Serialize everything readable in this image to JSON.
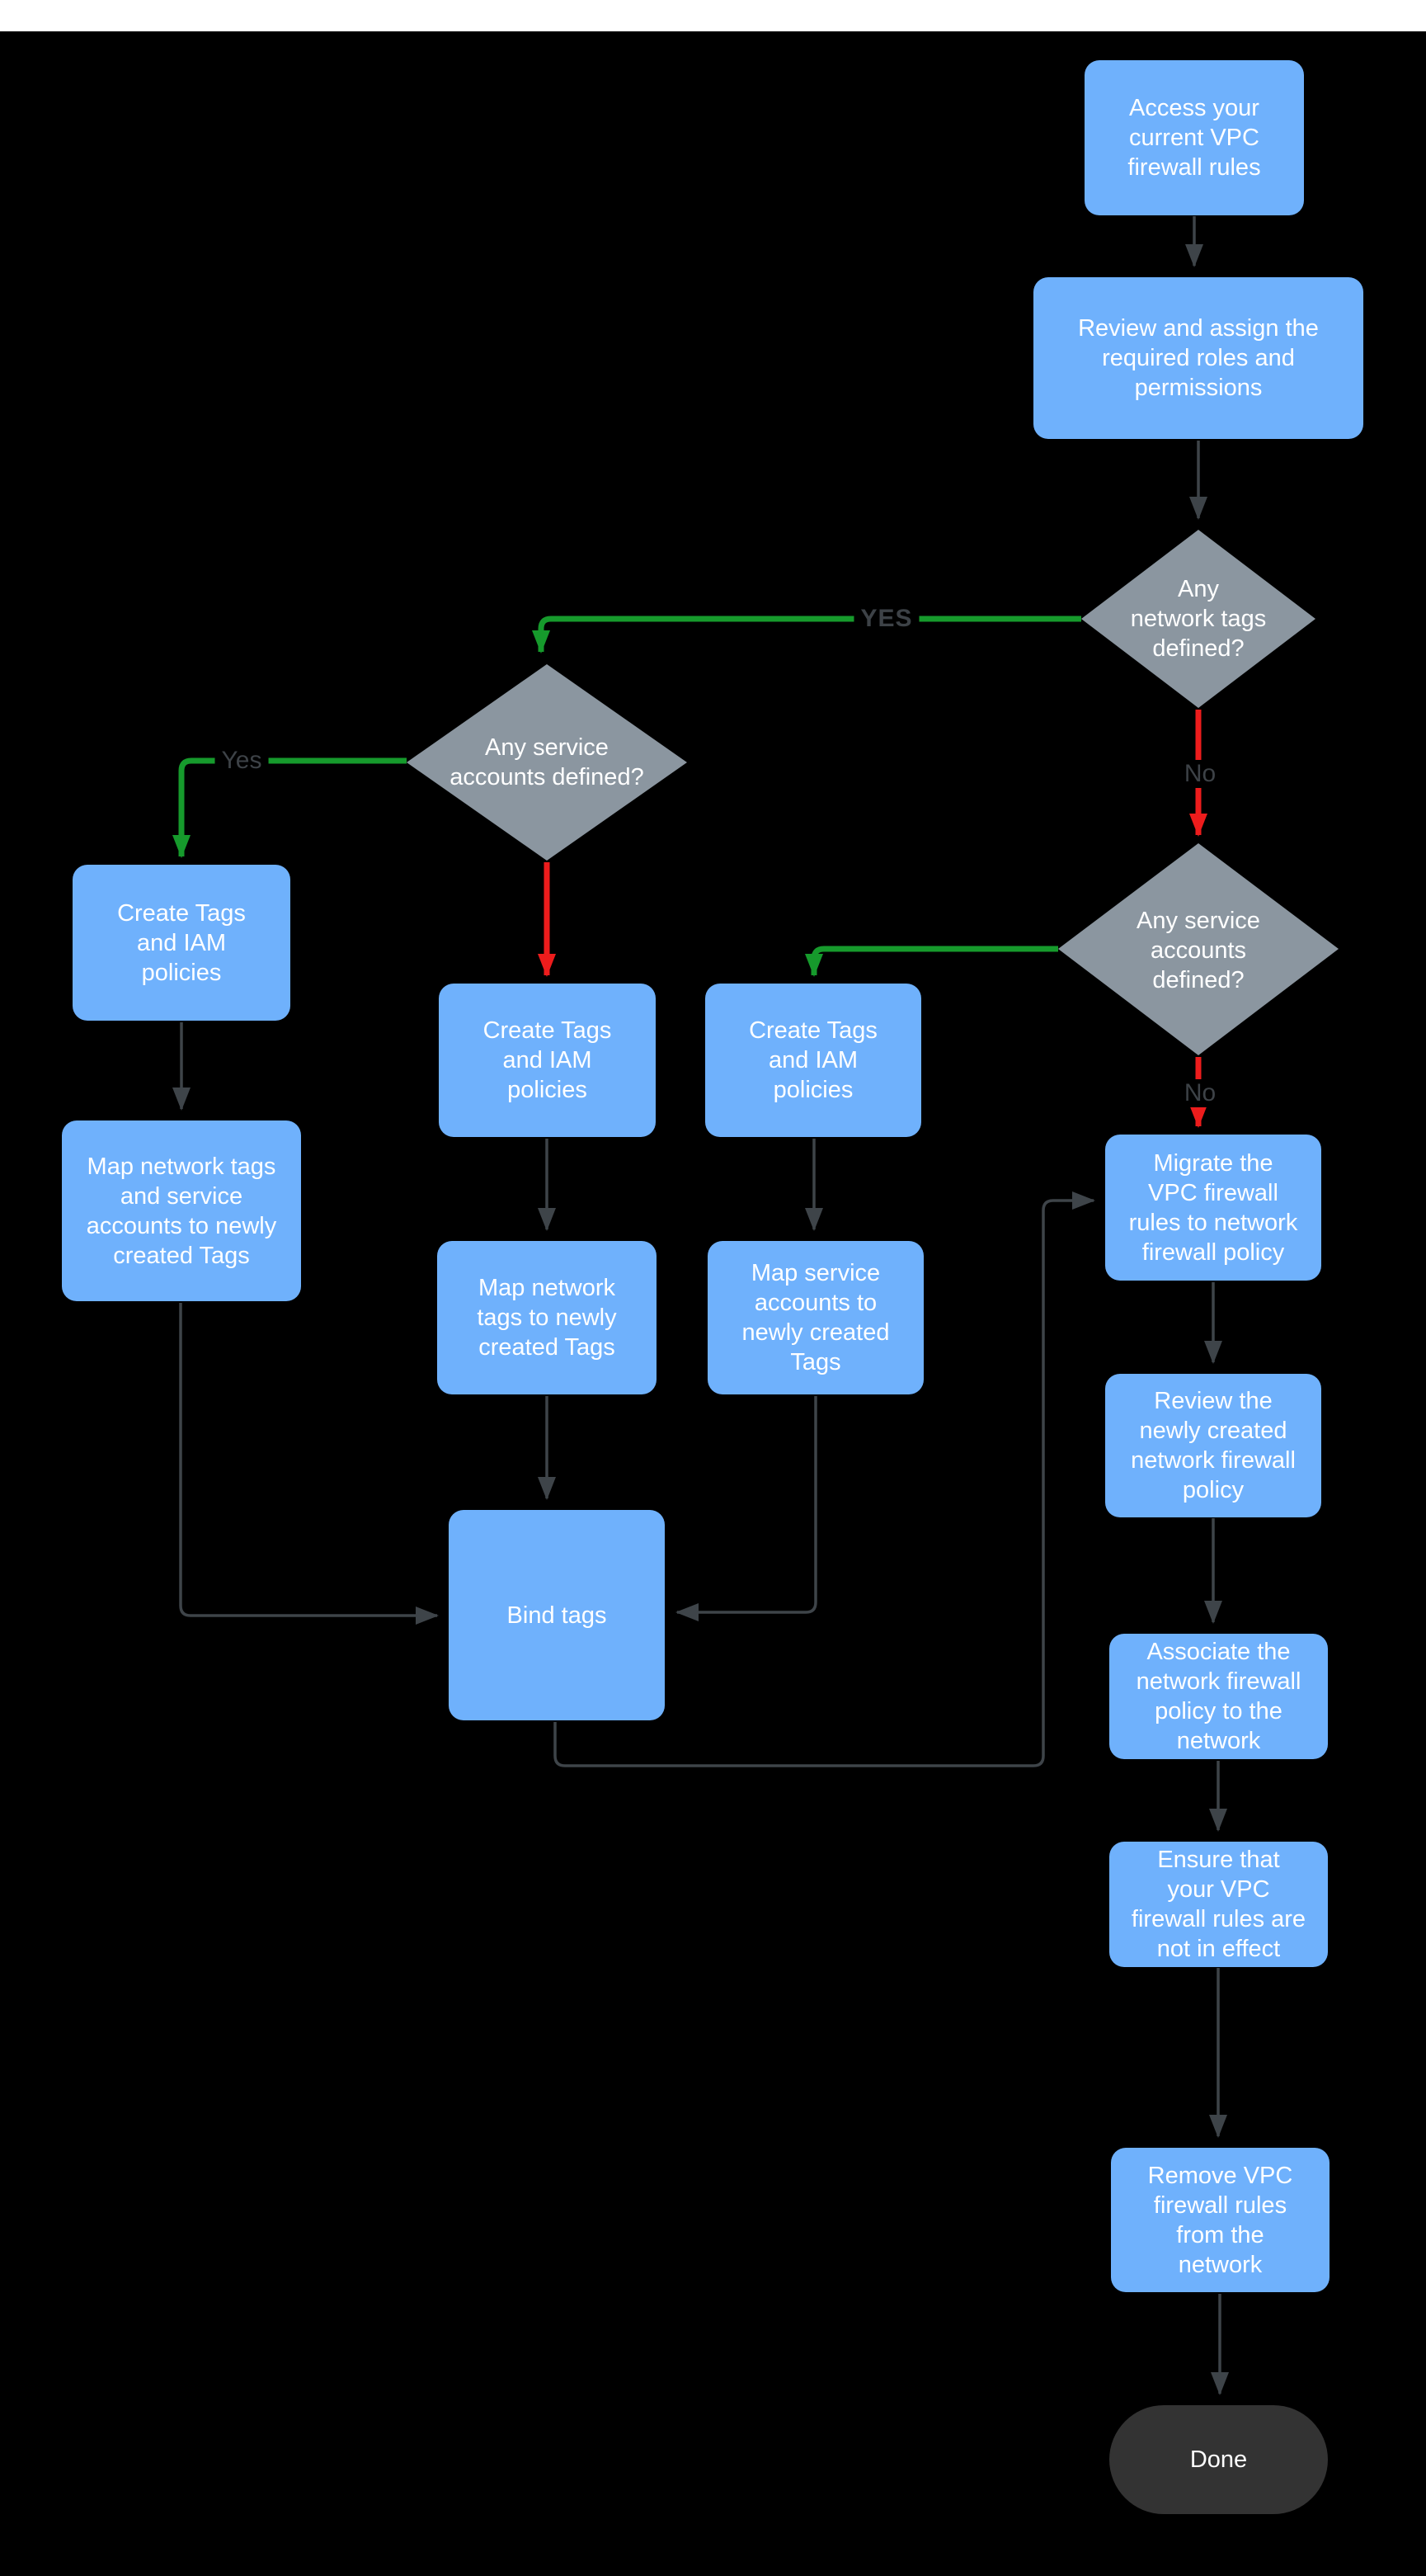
{
  "diagram": {
    "colors": {
      "process_fill": "#6fb1fc",
      "decision_fill": "#8b96a0",
      "terminal_fill": "#333333",
      "edge_default": "#3e4449",
      "edge_yes": "#169a2c",
      "edge_no": "#ed1c1c",
      "node_text": "#ffffff",
      "edge_label_text": "#3d4247",
      "background": "#000000",
      "top_bar": "#ffffff"
    },
    "nodes": {
      "start": {
        "type": "process",
        "label": "Access your\ncurrent VPC\nfirewall rules"
      },
      "review_roles": {
        "type": "process",
        "label": "Review and assign the\nrequired roles and\npermissions"
      },
      "network_tags_decision": {
        "type": "decision",
        "label": "Any\nnetwork tags\ndefined?"
      },
      "service_accounts_decision_left": {
        "type": "decision",
        "label": "Any service\naccounts defined?"
      },
      "create_tags_left": {
        "type": "process",
        "label": "Create Tags\nand IAM\npolicies"
      },
      "map_tags_and_accounts": {
        "type": "process",
        "label": "Map network tags\nand service\naccounts to newly\ncreated Tags"
      },
      "create_tags_middle": {
        "type": "process",
        "label": "Create Tags\nand IAM\npolicies"
      },
      "map_network_tags": {
        "type": "process",
        "label": "Map network\ntags to newly\ncreated Tags"
      },
      "create_tags_right": {
        "type": "process",
        "label": "Create Tags\nand IAM\npolicies"
      },
      "map_service_accounts": {
        "type": "process",
        "label": "Map service\naccounts  to\nnewly created\nTags"
      },
      "service_accounts_decision_right": {
        "type": "decision",
        "label": "Any service\naccounts\ndefined?"
      },
      "bind_tags": {
        "type": "process",
        "label": "Bind tags"
      },
      "migrate_rules": {
        "type": "process",
        "label": "Migrate the\nVPC firewall\nrules to network\nfirewall policy"
      },
      "review_policy": {
        "type": "process",
        "label": "Review the\nnewly created\nnetwork firewall\npolicy"
      },
      "associate_policy": {
        "type": "process",
        "label": "Associate the\nnetwork firewall\npolicy to the\nnetwork"
      },
      "ensure_rules": {
        "type": "process",
        "label": "Ensure that\nyour VPC\nfirewall rules are\nnot in effect"
      },
      "remove_rules": {
        "type": "process",
        "label": "Remove  VPC\nfirewall rules\nfrom the\nnetwork"
      },
      "done": {
        "type": "terminal",
        "label": "Done"
      }
    },
    "edge_labels": {
      "yes_network_tags": "YES",
      "yes_service_accounts": "Yes",
      "no_network_tags": "No",
      "no_service_accounts": "No"
    }
  }
}
